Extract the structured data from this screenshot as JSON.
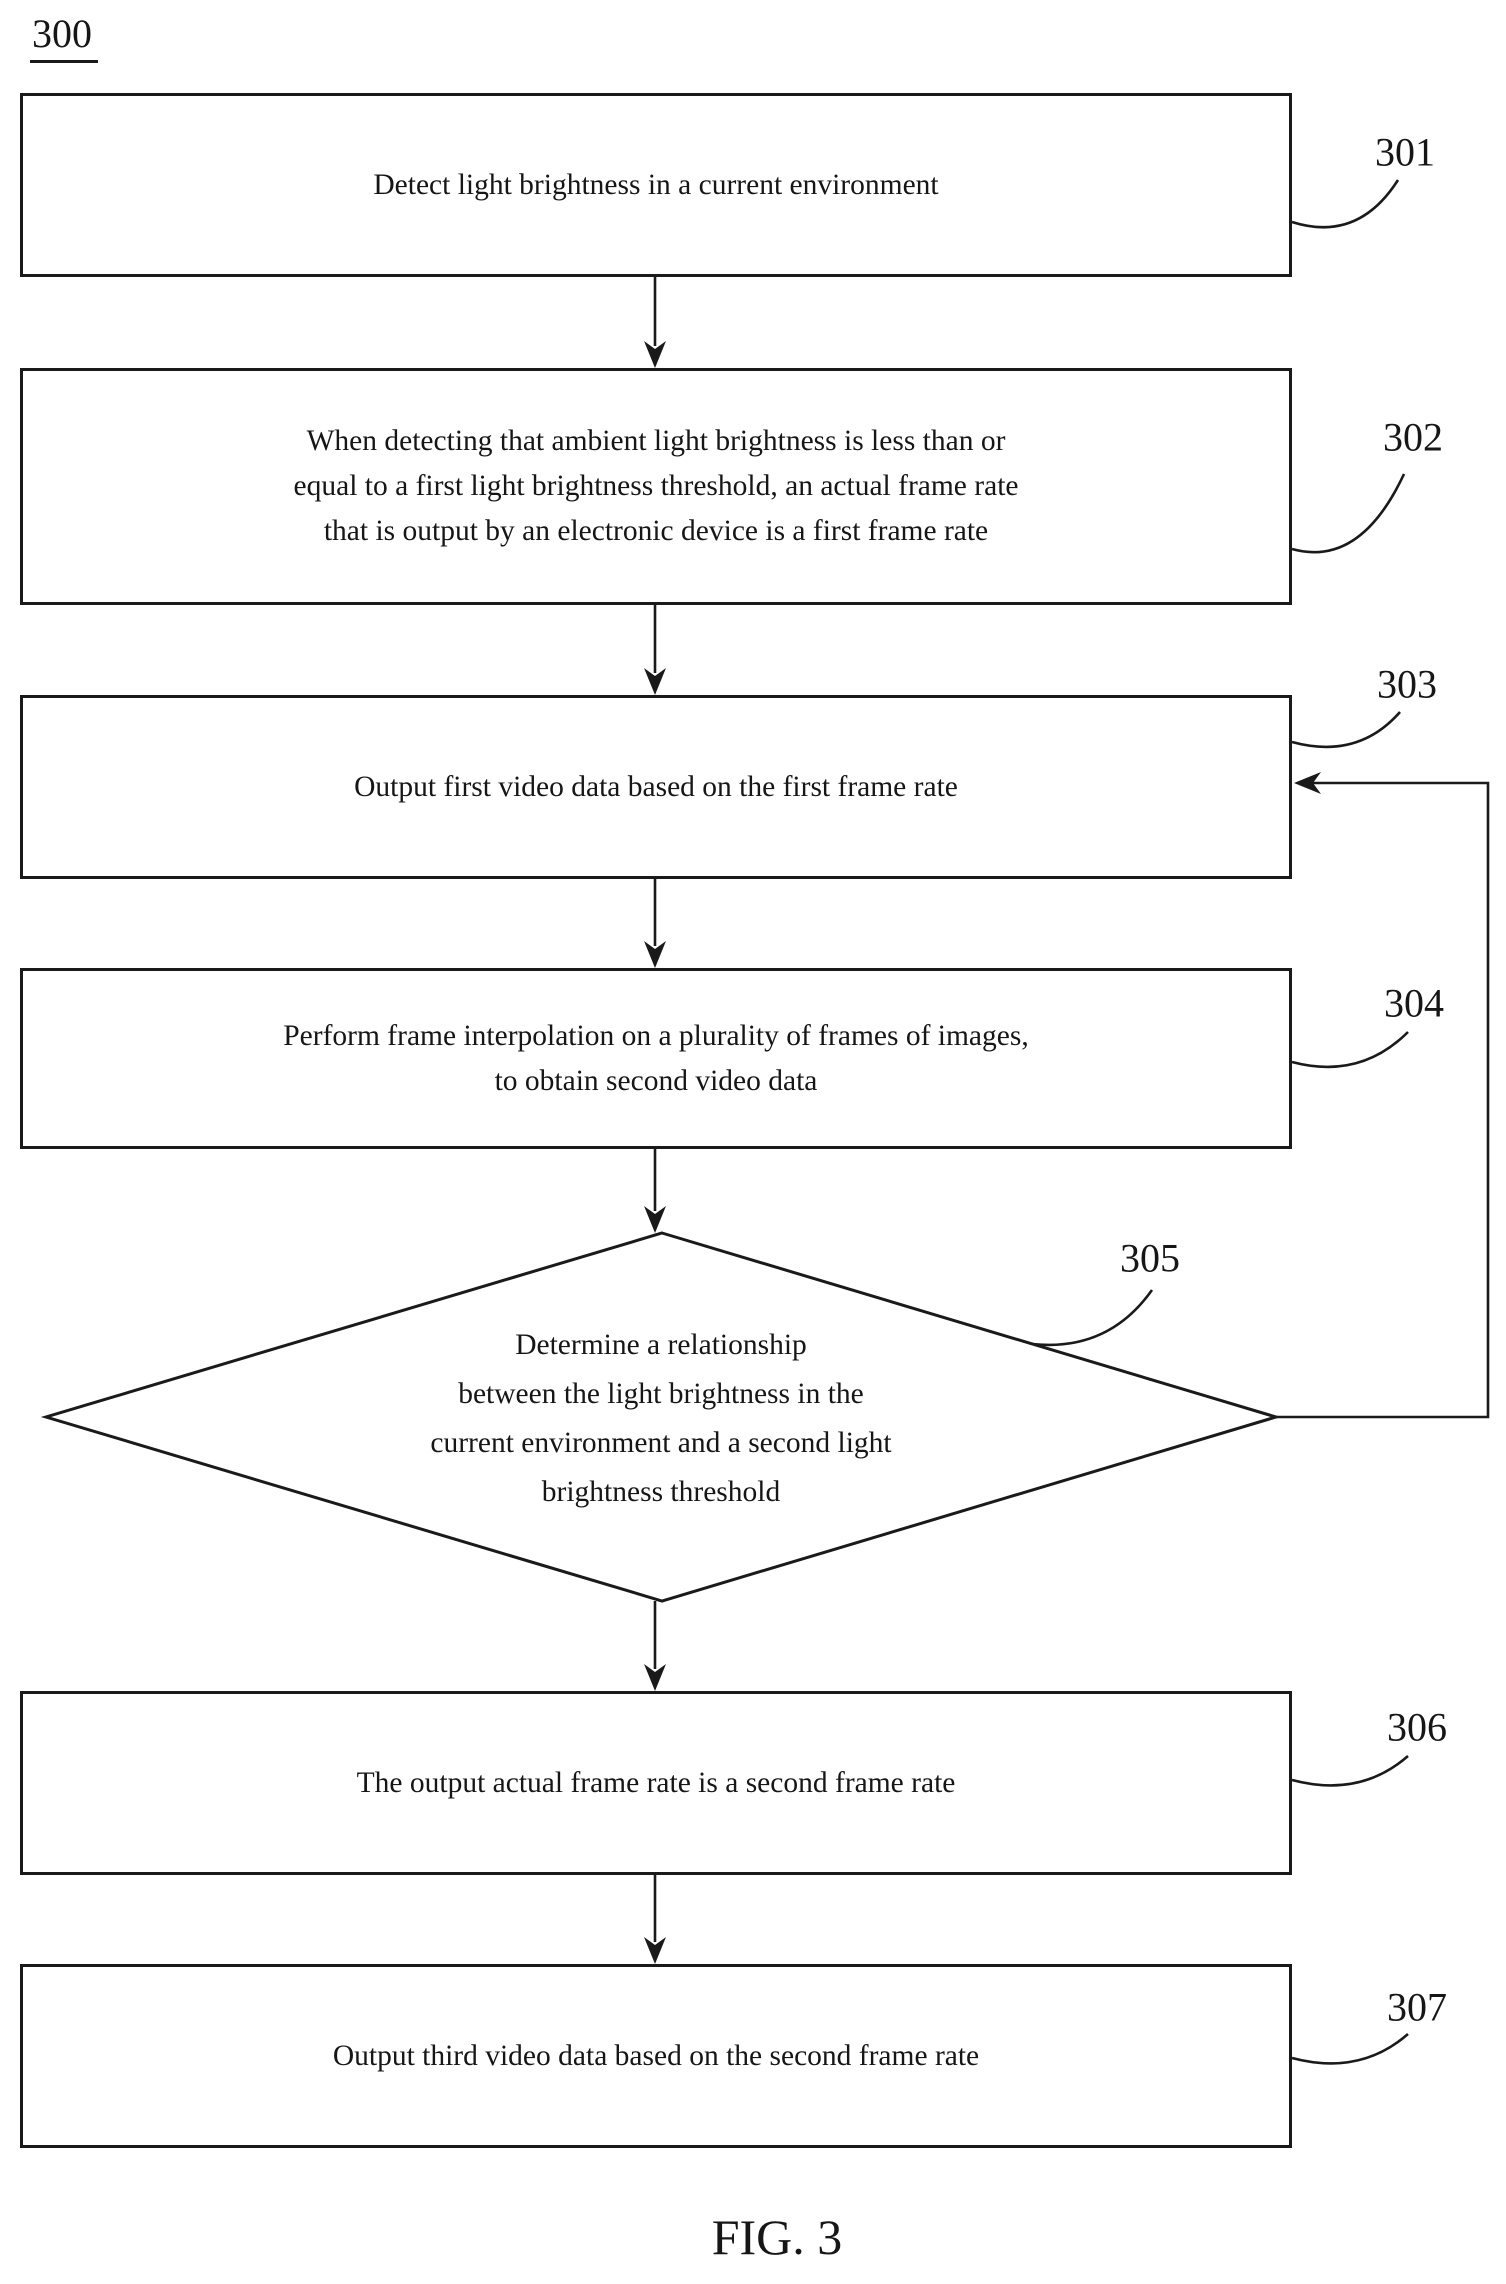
{
  "figure": {
    "diagram_label": "300",
    "caption": "FIG. 3"
  },
  "colors": {
    "ink": "#1a1a1a",
    "background": "#ffffff"
  },
  "steps": {
    "s301": {
      "ref": "301",
      "shape": "process",
      "lines": [
        "Detect light brightness in a current environment"
      ]
    },
    "s302": {
      "ref": "302",
      "shape": "process",
      "lines": [
        "When detecting that ambient light brightness is less than or",
        "equal to a first light brightness threshold, an actual frame rate",
        "that is output by an electronic device is a first frame rate"
      ]
    },
    "s303": {
      "ref": "303",
      "shape": "process",
      "lines": [
        "Output first video data based on the first frame rate"
      ]
    },
    "s304": {
      "ref": "304",
      "shape": "process",
      "lines": [
        "Perform frame interpolation on a plurality of frames of images,",
        "to obtain second video data"
      ]
    },
    "s305": {
      "ref": "305",
      "shape": "decision",
      "lines": [
        "Determine a relationship",
        "between the light brightness in the",
        "current environment and a second light",
        "brightness threshold"
      ]
    },
    "s306": {
      "ref": "306",
      "shape": "process",
      "lines": [
        "The output actual frame rate is a second frame rate"
      ]
    },
    "s307": {
      "ref": "307",
      "shape": "process",
      "lines": [
        "Output third video data based on the second frame rate"
      ]
    }
  }
}
